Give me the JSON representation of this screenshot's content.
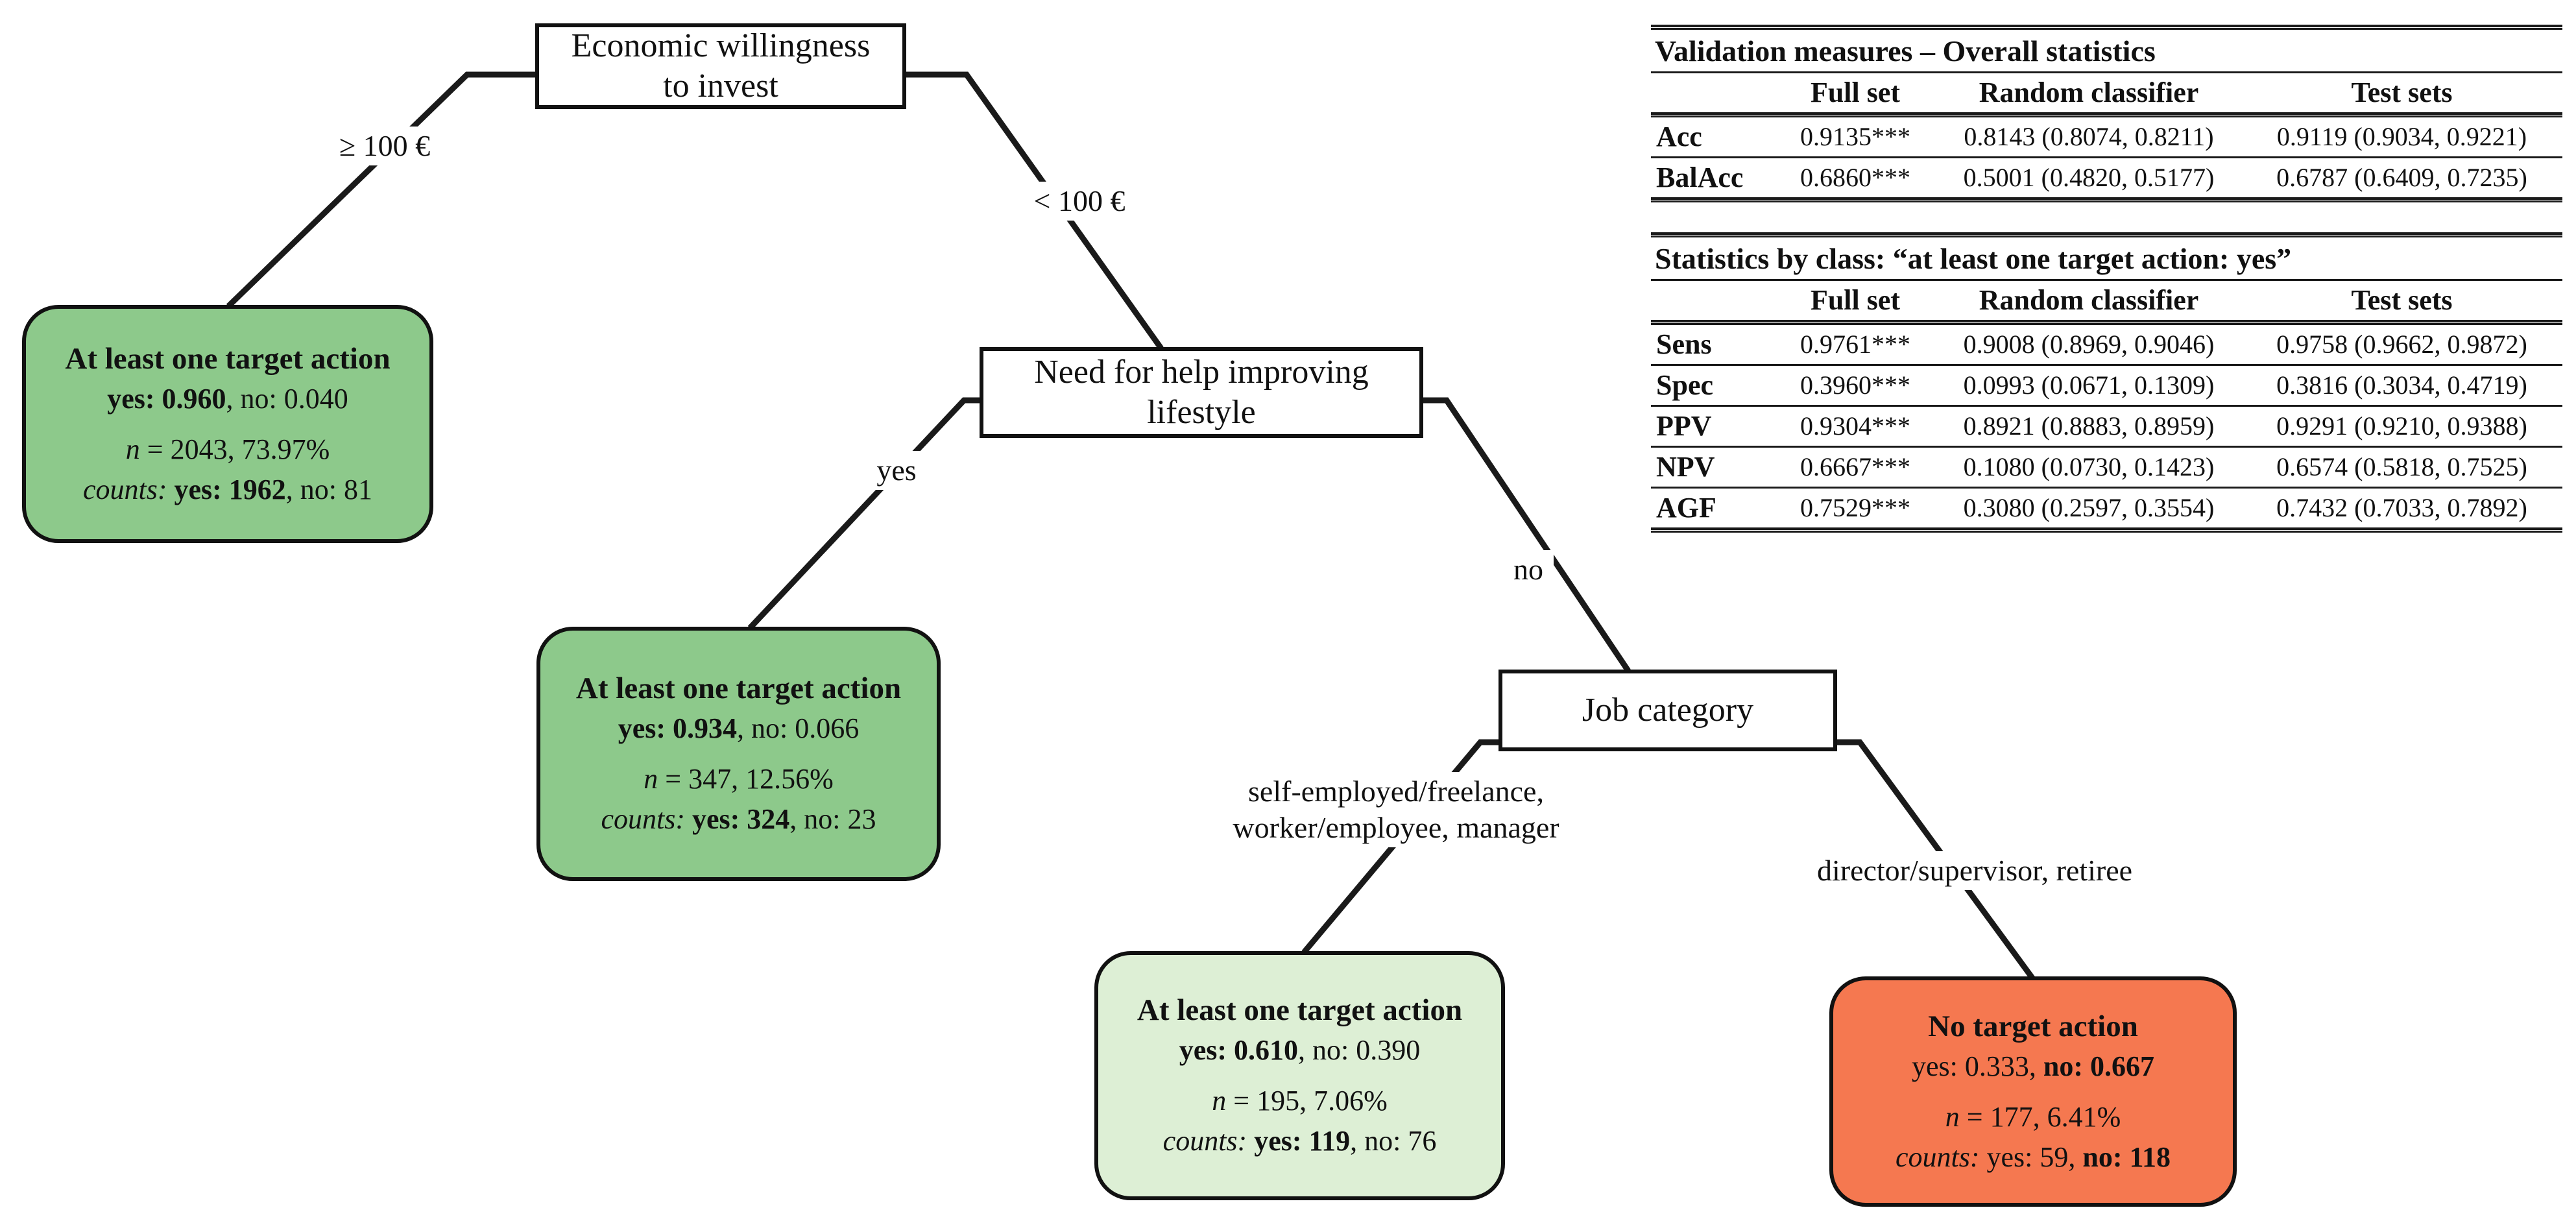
{
  "colors": {
    "leaf_majority_yes_green": "#8dc98b",
    "leaf_weak_yes_light_green": "#ddefd5",
    "leaf_majority_no_orange": "#f57850",
    "node_fill": "#ffffff",
    "line_color": "#1a1a1a"
  },
  "tree": {
    "nodes": {
      "root": {
        "line1": "Economic willingness",
        "line2": "to invest"
      },
      "lifestyle": {
        "line1": "Need for help improving",
        "line2": "lifestyle"
      },
      "job": {
        "label": "Job category"
      }
    },
    "edges": {
      "root_left": "≥ 100 €",
      "root_right": "< 100 €",
      "lifestyle_left": "yes",
      "lifestyle_right": "no",
      "job_left_line1": "self-employed/freelance,",
      "job_left_line2": "worker/employee, manager",
      "job_right": "director/supervisor, retiree"
    },
    "leaves": [
      {
        "title": "At least one target action",
        "prob_bold": "yes: 0.960",
        "prob_rest": ", no: 0.040",
        "n_var": "n",
        "n_rest": " = 2043, 73.97%",
        "counts_label": "counts:",
        "counts_bold": " yes: 1962",
        "counts_rest": ", no: 81",
        "color": "#8dc98b"
      },
      {
        "title": "At least one target action",
        "prob_bold": "yes: 0.934",
        "prob_rest": ", no: 0.066",
        "n_var": "n",
        "n_rest": " = 347, 12.56%",
        "counts_label": "counts:",
        "counts_bold": " yes: 324",
        "counts_rest": ", no: 23",
        "color": "#8dc98b"
      },
      {
        "title": "At least one target action",
        "prob_bold": "yes: 0.610",
        "prob_rest": ", no: 0.390",
        "n_var": "n",
        "n_rest": " = 195, 7.06%",
        "counts_label": "counts:",
        "counts_bold": " yes: 119",
        "counts_rest": ", no: 76",
        "color": "#ddefd5"
      },
      {
        "title": "No target action",
        "prob_pre": "yes: 0.333, ",
        "prob_bold": "no: 0.667",
        "n_var": "n",
        "n_rest": " = 177, 6.41%",
        "counts_label": "counts:",
        "counts_pre": " yes: 59, ",
        "counts_bold": "no: 118",
        "color": "#f57850"
      }
    ]
  },
  "tables": [
    {
      "title": "Validation measures – Overall statistics",
      "headers": [
        "",
        "Full set",
        "Random classifier",
        "Test sets"
      ],
      "rows": [
        {
          "metric": "Acc",
          "full": "0.9135***",
          "random": "0.8143 (0.8074, 0.8211)",
          "test": "0.9119 (0.9034, 0.9221)"
        },
        {
          "metric": "BalAcc",
          "full": "0.6860***",
          "random": "0.5001 (0.4820, 0.5177)",
          "test": "0.6787 (0.6409, 0.7235)"
        }
      ]
    },
    {
      "title": "Statistics by class: “at least one target action: yes”",
      "headers": [
        "",
        "Full set",
        "Random classifier",
        "Test sets"
      ],
      "rows": [
        {
          "metric": "Sens",
          "full": "0.9761***",
          "random": "0.9008 (0.8969, 0.9046)",
          "test": "0.9758 (0.9662, 0.9872)"
        },
        {
          "metric": "Spec",
          "full": "0.3960***",
          "random": "0.0993 (0.0671, 0.1309)",
          "test": "0.3816 (0.3034, 0.4719)"
        },
        {
          "metric": "PPV",
          "full": "0.9304***",
          "random": "0.8921 (0.8883, 0.8959)",
          "test": "0.9291 (0.9210, 0.9388)"
        },
        {
          "metric": "NPV",
          "full": "0.6667***",
          "random": "0.1080 (0.0730, 0.1423)",
          "test": "0.6574 (0.5818, 0.7525)"
        },
        {
          "metric": "AGF",
          "full": "0.7529***",
          "random": "0.3080 (0.2597, 0.3554)",
          "test": "0.7432 (0.7033, 0.7892)"
        }
      ]
    }
  ]
}
